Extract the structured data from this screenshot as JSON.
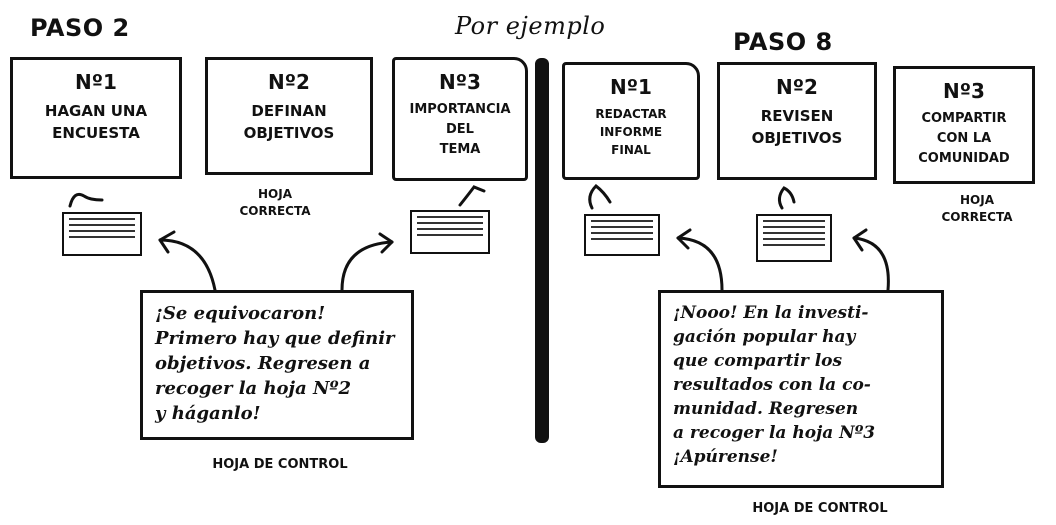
{
  "header": {
    "left_step": "PASO 2",
    "center": "Por ejemplo",
    "right_step": "PASO 8"
  },
  "left_cards": [
    {
      "num": "Nº1",
      "text": "HAGAN UNA\nENCUESTA"
    },
    {
      "num": "Nº2",
      "text": "DEFINAN\nOBJETIVOS"
    },
    {
      "num": "Nº3",
      "text": "IMPORTANCIA\nDEL\nTEMA"
    }
  ],
  "right_cards": [
    {
      "num": "Nº1",
      "text": "REDACTAR\nINFORME\nFINAL"
    },
    {
      "num": "Nº2",
      "text": "REVISEN\nOBJETIVOS"
    },
    {
      "num": "Nº3",
      "text": "COMPARTIR\nCON LA\nCOMUNIDAD"
    }
  ],
  "captions": {
    "left_correct": "HOJA\nCORRECTA",
    "right_correct": "HOJA\nCORRECTA",
    "left_control": "HOJA DE CONTROL",
    "right_control": "HOJA DE CONTROL"
  },
  "notes": {
    "left": "¡Se equivocaron!\nPrimero hay que definir\nobjetivos. Regresen a\nrecoger la hoja Nº2\ny háganlo!",
    "right": "¡Nooo! En la investi-\ngación popular hay\nque compartir los\nresultados con la co-\nmunidad. Regresen\na recoger la hoja Nº3\n¡Apúrense!"
  }
}
